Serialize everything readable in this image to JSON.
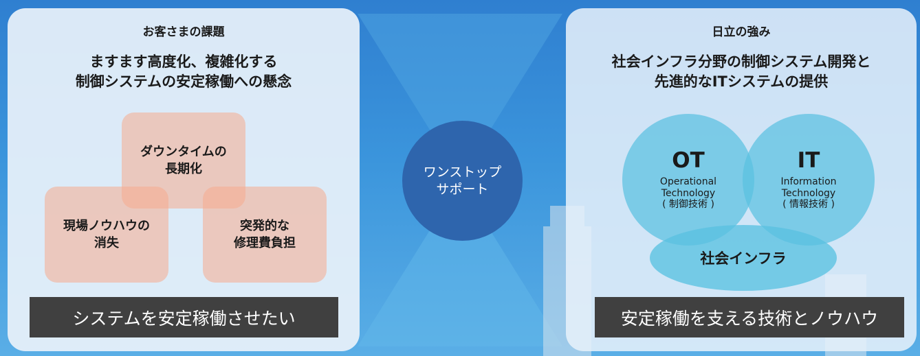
{
  "left_panel": {
    "title": "お客さまの課題",
    "headline": [
      "ますます高度化、複雑化する",
      "制御システムの安定稼働への懸念"
    ],
    "issues": [
      {
        "text": "ダウンタイムの\n長期化"
      },
      {
        "text": "現場ノウハウの\n消失"
      },
      {
        "text": "突発的な\n修理費負担"
      }
    ],
    "footer": "システムを安定稼働させたい"
  },
  "center": {
    "label_lines": [
      "ワンストップ",
      "サポート"
    ]
  },
  "right_panel": {
    "title": "日立の強み",
    "headline": [
      "社会インフラ分野の制御システム開発と",
      "先進的なITシステムの提供"
    ],
    "circles": [
      {
        "abbr": "OT",
        "desc": "Operational\nTechnology\n( 制御技術 )"
      },
      {
        "abbr": "IT",
        "desc": "Information\nTechnology\n( 情報技術 )"
      }
    ],
    "base_label": "社会インフラ",
    "footer": "安定稼働を支える技術とノウハウ"
  },
  "colors": {
    "background": "#3b95dc",
    "panel": "#e8f1fa",
    "issue_box": "#f6ac8e",
    "center_circle": "#2e65ad",
    "tech_circle": "#5ac1e1",
    "footer_bar": "#404040"
  }
}
